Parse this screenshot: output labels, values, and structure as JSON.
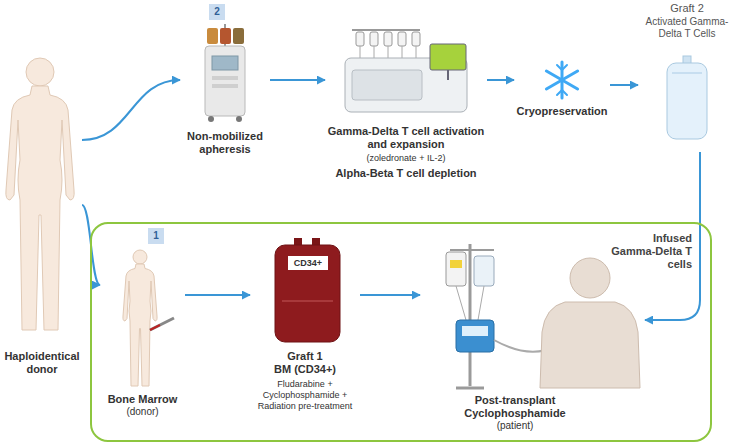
{
  "diagram": {
    "nodes": [
      {
        "text": [
          "Haploidentical donor"
        ]
      },
      {
        "text": [
          "Non-mobilized apheresis"
        ]
      },
      {
        "text": [
          "Gamma-Delta T cell activation and expansion",
          "(zoledronate + IL-2)",
          "Alpha-Beta T cell depletion"
        ]
      },
      {
        "text": [
          "Cryopreservation"
        ]
      },
      {
        "text": [
          "Graft 2",
          "Activated Gamma-Delta T Cells"
        ]
      },
      {
        "text": [
          "1"
        ]
      },
      {
        "text": [
          "Bone Marrow",
          "(donor)"
        ],
        "in": 5
      },
      {
        "text": [
          "CD34+",
          "Graft 1",
          "BM (CD34+)",
          "Fludarabine + Cyclophosphamide + Radiation pre-treatment"
        ],
        "in": 5
      },
      {
        "text": [
          "Post-transplant Cyclophosphamide",
          "(patient)"
        ],
        "in": 5
      }
    ],
    "edges": [
      {
        "from": 0,
        "to": 1,
        "arrow": "to"
      },
      {
        "from": 1,
        "to": 2,
        "arrow": "to"
      },
      {
        "from": 2,
        "to": 3,
        "arrow": "to"
      },
      {
        "from": 3,
        "to": 4,
        "arrow": "to"
      },
      {
        "from": 0,
        "to": 6,
        "arrow": "to"
      },
      {
        "from": 6,
        "to": 7,
        "arrow": "to"
      },
      {
        "from": 7,
        "to": 8,
        "arrow": "to"
      },
      {
        "from": 4,
        "to": 8,
        "label": "Infused Gamma-Delta T cells",
        "arrow": "to"
      }
    ],
    "labels": [
      "2"
    ]
  }
}
